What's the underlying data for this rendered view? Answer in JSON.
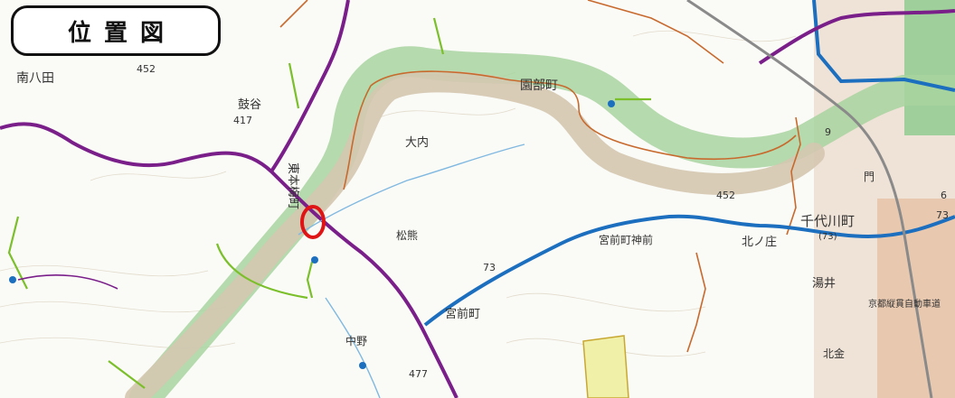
{
  "title": "位置図",
  "labels": {
    "minami_hatta": "南八田",
    "kaya": "鼓谷",
    "sonobe": "園部町",
    "ouchi": "大内",
    "higashi_honume": "東本梅町",
    "matsu": "松熊",
    "chiyokawa": "千代川町",
    "kitanosho": "北ノ庄",
    "yunoi": "湯井",
    "miyamae_kamiume": "宮前町神前",
    "miyamae": "宮前町",
    "nakano": "中野",
    "kita": "北金",
    "kadofuku": "門",
    "kyoto": "京都縦貫自動車道",
    "r452_a": "452",
    "r452_b": "452",
    "r417": "417",
    "r73": "73",
    "r9": "9",
    "r6": "6",
    "r73b": "73",
    "r477": "477",
    "r73c": "(73)"
  },
  "colors": {
    "green_belt": "#a8d4a0",
    "tan_belt": "#d4c6b0",
    "purple_road": "#7a1f8a",
    "blue_road": "#1c6fbf",
    "orange_line": "#c86a2e",
    "green_road": "#7bbf2a",
    "marker": "#e01414"
  }
}
